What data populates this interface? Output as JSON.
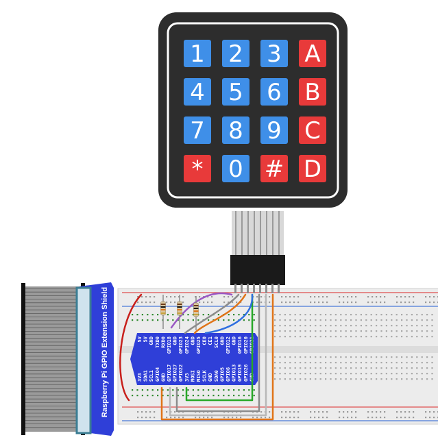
{
  "keypad": {
    "keys": [
      {
        "label": "1",
        "color": "#3f8fe8"
      },
      {
        "label": "2",
        "color": "#3f8fe8"
      },
      {
        "label": "3",
        "color": "#3f8fe8"
      },
      {
        "label": "A",
        "color": "#e83a3a"
      },
      {
        "label": "4",
        "color": "#3f8fe8"
      },
      {
        "label": "5",
        "color": "#3f8fe8"
      },
      {
        "label": "6",
        "color": "#3f8fe8"
      },
      {
        "label": "B",
        "color": "#e83a3a"
      },
      {
        "label": "7",
        "color": "#3f8fe8"
      },
      {
        "label": "8",
        "color": "#3f8fe8"
      },
      {
        "label": "9",
        "color": "#3f8fe8"
      },
      {
        "label": "C",
        "color": "#e83a3a"
      },
      {
        "label": "*",
        "color": "#e83a3a"
      },
      {
        "label": "0",
        "color": "#3f8fe8"
      },
      {
        "label": "#",
        "color": "#e83a3a"
      },
      {
        "label": "D",
        "color": "#e83a3a"
      }
    ],
    "body_color": "#2d2d2d",
    "border_color": "#ffffff"
  },
  "shield": {
    "title": "Raspberry Pi GPIO Extension Shield",
    "color": "#2f3fd8",
    "pins_top": [
      "5V",
      "5V",
      "GND",
      "TXD0",
      "RXD0",
      "GPIO18",
      "GND",
      "GPIO23",
      "GPIO24",
      "GND",
      "GPIO25",
      "CE0",
      "CE1",
      "SCL0",
      "GND",
      "GPIO12",
      "GND",
      "GPIO16",
      "GPIO20",
      "GPIO21"
    ],
    "pins_bottom": [
      "3V3",
      "SDA1",
      "SCL1",
      "GPIO4",
      "GND",
      "GPIO17",
      "GPIO27",
      "GPIO22",
      "3V3",
      "MOSI",
      "MISO",
      "SCLK",
      "GND",
      "SDA0",
      "GPIO5",
      "GPIO6",
      "GPIO13",
      "GPIO19",
      "GPIO26",
      "GND"
    ]
  },
  "colors": {
    "ribbon": "#8c8c8c",
    "breadboard": "#ececec",
    "rail_red": "#e05050",
    "rail_blue": "#4a78d8",
    "wire_red": "#c8201c",
    "wire_purple": "#9a58c4",
    "wire_gray": "#8c8c8c",
    "wire_orange": "#e07418",
    "wire_blue": "#2e6ee0",
    "wire_green": "#28a828",
    "hole_green": "#2e8a2e"
  }
}
